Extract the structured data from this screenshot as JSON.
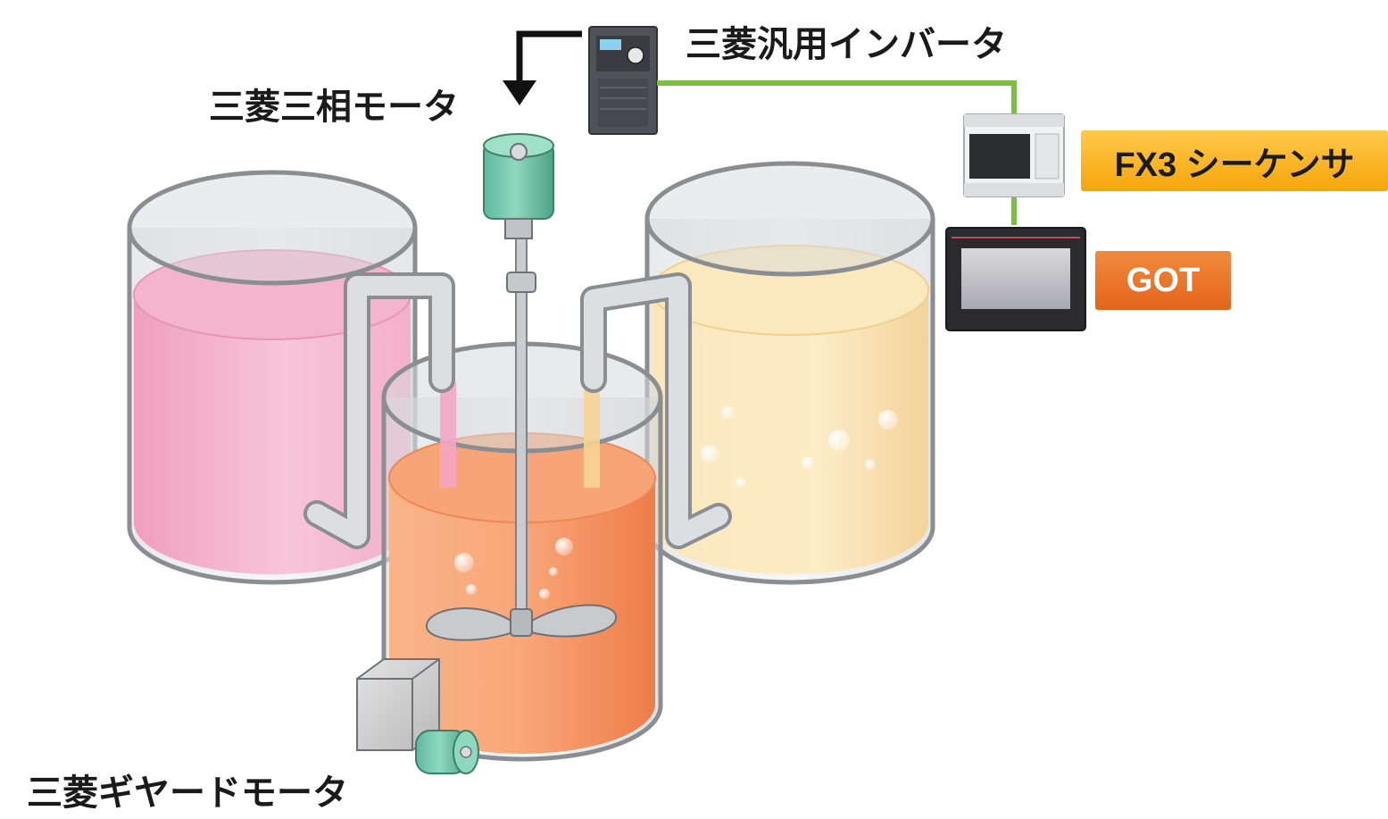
{
  "labels": {
    "inverter": "三菱汎用インバータ",
    "three_phase_motor": "三菱三相モータ",
    "gear_motor": "三菱ギヤードモータ",
    "sequencer": "FX3 シーケンサ",
    "got": "GOT"
  },
  "colors": {
    "pink_liquid": "#f2a2c0",
    "cream_liquid": "#f8dfa6",
    "orange_liquid": "#f59a68",
    "signal_wire": "#7bbf3e",
    "motor_teal": "#6fc3a8",
    "sequencer_badge": "#f7b321",
    "got_badge": "#e8732c"
  }
}
